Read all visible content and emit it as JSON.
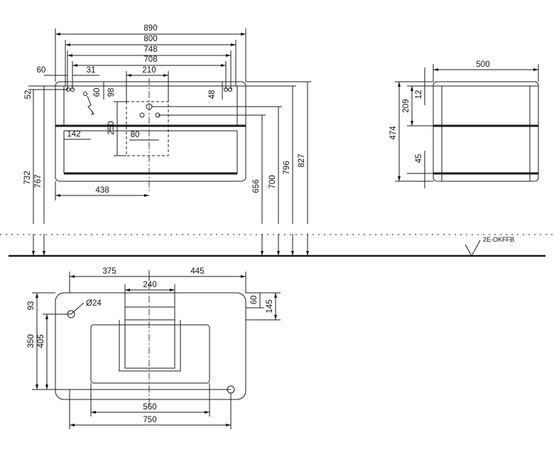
{
  "front_view": {
    "dims": {
      "w890": "890",
      "w800": "800",
      "w748": "748",
      "w708": "708",
      "w210": "210",
      "w60": "60",
      "w31": "31",
      "h52": "52",
      "h98": "98",
      "a60": "60",
      "h48": "48",
      "h250": "250",
      "w80": "80",
      "w142": "142",
      "w438": "438",
      "h732": "732",
      "h767": "767",
      "h656": "656",
      "h700": "700",
      "h796": "796",
      "h827": "827"
    }
  },
  "side_view": {
    "dims": {
      "w500": "500",
      "h12": "12",
      "h209": "209",
      "h474": "474",
      "h45": "45"
    },
    "floor_label": "2E-OKFFB"
  },
  "top_view": {
    "dims": {
      "w375": "375",
      "w445": "445",
      "w240": "240",
      "d24": "Ø24",
      "h93": "93",
      "h405": "405",
      "h350": "350",
      "h60": "60",
      "h145": "145",
      "w560": "560",
      "w750": "750"
    }
  }
}
